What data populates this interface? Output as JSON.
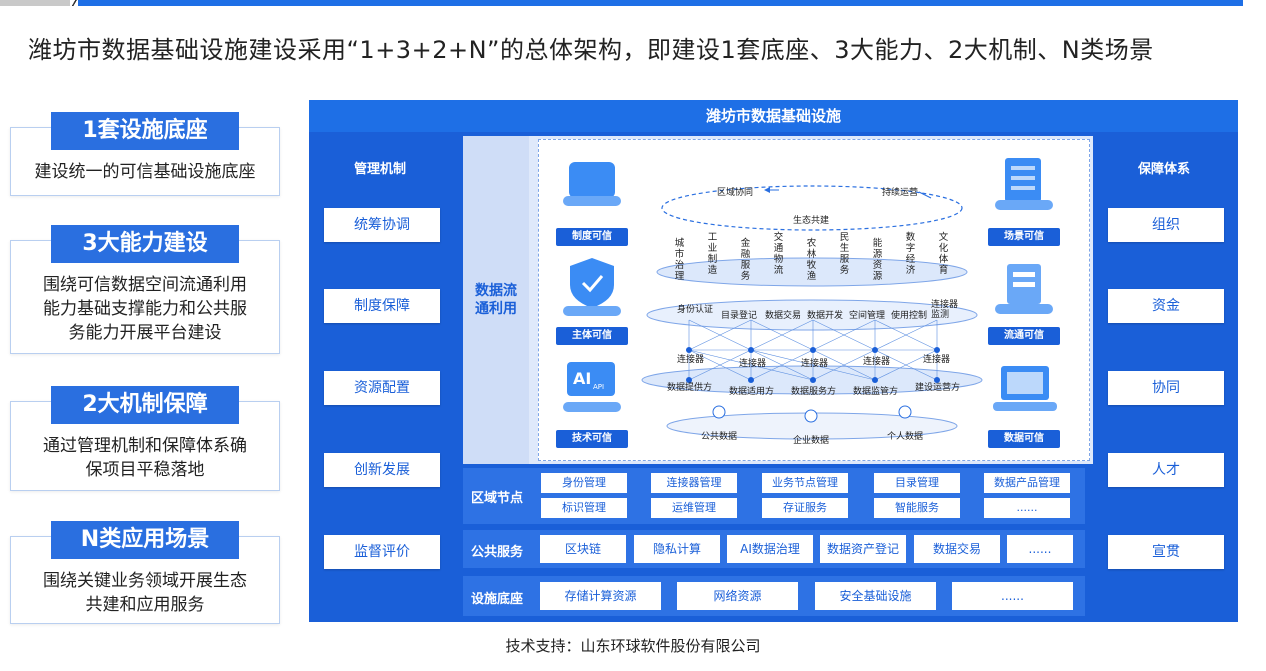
{
  "headline": "潍坊市数据基础设施建设采用“1+3+2+N”的总体架构，即建设1套底座、3大能力、2大机制、N类场景",
  "left_cards": [
    {
      "title": "1套设施底座",
      "desc": [
        "建设统一的可信基础设施底座"
      ]
    },
    {
      "title": "3大能力建设",
      "desc": [
        "围绕可信数据空间流通利用",
        "能力基础支撑能力和公共服",
        "务能力开展平台建设"
      ]
    },
    {
      "title": "2大机制保障",
      "desc": [
        "通过管理机制和保障体系确",
        "保项目平稳落地"
      ]
    },
    {
      "title": "N类应用场景",
      "desc": [
        "围绕关键业务领域开展生态",
        "共建和应用服务"
      ]
    }
  ],
  "main": {
    "title": "潍坊市数据基础设施",
    "mgmt": {
      "header": "管理机制",
      "items": [
        "统筹协调",
        "制度保障",
        "资源配置",
        "创新发展",
        "监督评价"
      ]
    },
    "guarantee": {
      "header": "保障体系",
      "items": [
        "组织",
        "资金",
        "协同",
        "人才",
        "宣贯"
      ]
    },
    "dataflow_label": [
      "数据流",
      "通利用"
    ],
    "diagram": {
      "badges": [
        "制度可信",
        "主体可信",
        "技术可信",
        "场景可信",
        "流通可信",
        "数据可信"
      ],
      "top_labels": [
        "区域协同",
        "持续运营",
        "生态共建"
      ],
      "scenarios": [
        "城市治理",
        "工业制造",
        "金融服务",
        "交通物流",
        "农林牧渔",
        "民生服务",
        "能源资源",
        "数字经济",
        "文化体育"
      ],
      "process": [
        "身份认证",
        "目录登记",
        "数据交易",
        "数据开发",
        "空间管理",
        "使用控制",
        "连接器监测"
      ],
      "connectors": [
        "连接器",
        "连接器",
        "连接器",
        "连接器",
        "连接器"
      ],
      "roles": [
        "数据提供方",
        "数据适用方",
        "数据服务方",
        "数据监管方",
        "建设运营方"
      ],
      "data_types": [
        "公共数据",
        "企业数据",
        "个人数据"
      ],
      "ai_text": "AI",
      "api_text": "API"
    },
    "regional_nodes": {
      "label": "区域节点",
      "row1": [
        "身份管理",
        "连接器管理",
        "业务节点管理",
        "目录管理",
        "数据产品管理"
      ],
      "row2": [
        "标识管理",
        "运维管理",
        "存证服务",
        "智能服务",
        "......"
      ]
    },
    "public_services": {
      "label": "公共服务",
      "items": [
        "区块链",
        "隐私计算",
        "AI数据治理",
        "数据资产登记",
        "数据交易",
        "......"
      ]
    },
    "infrastructure": {
      "label": "设施底座",
      "items": [
        "存储计算资源",
        "网络资源",
        "安全基础设施",
        "......"
      ]
    }
  },
  "footer": "技术支持：山东环球软件股份有限公司",
  "colors": {
    "primary": "#1a5fd8",
    "accent": "#2a6fe0",
    "light": "#dfe9fb"
  }
}
